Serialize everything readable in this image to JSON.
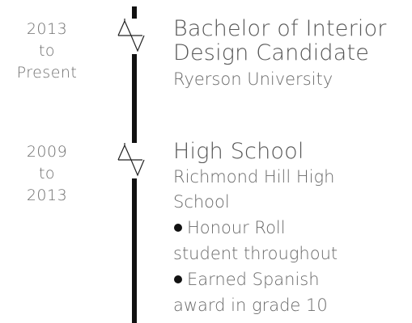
{
  "entries": [
    {
      "years": [
        "2013",
        "to",
        "Present"
      ],
      "marker_icon": "architecture-compass-icon",
      "title_lines": [
        "Bachelor of Interior",
        "Design Candidate"
      ],
      "subtitle": "Ryerson University",
      "bullets": []
    },
    {
      "years": [
        "2009",
        "to",
        "2013"
      ],
      "marker_icon": "architecture-compass-icon",
      "title_lines": [
        "High School"
      ],
      "subtitle_lines": [
        "Richmond Hill High",
        "School"
      ],
      "bullets": [
        [
          "Honour Roll",
          "student throughout"
        ],
        [
          "Earned Spanish",
          "award in grade 10"
        ]
      ]
    }
  ],
  "colors": {
    "line": "#111111",
    "text": "#6a6a6a",
    "title": "#555555"
  }
}
